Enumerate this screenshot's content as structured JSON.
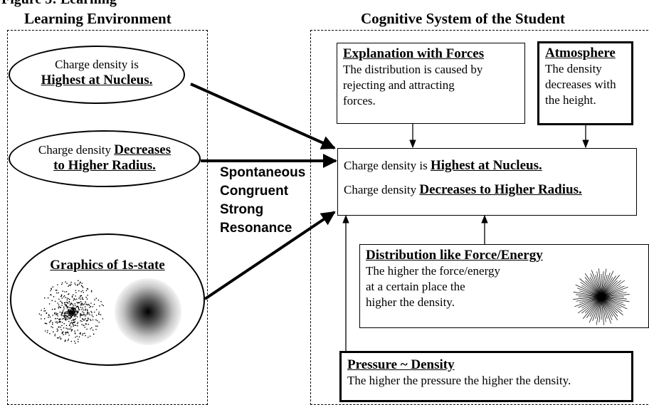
{
  "header": {
    "partial_top": "Figure 5: Learning",
    "left_title": "Learning Environment",
    "right_title": "Cognitive System of the Student"
  },
  "environment": {
    "oval1": {
      "line1": "Charge density is",
      "highlight": "Highest at Nucleus."
    },
    "oval2": {
      "prefix": "Charge density ",
      "highlight1": "Decreases",
      "highlight2": "to Higher Radius."
    },
    "oval3": {
      "title": "Graphics of 1s-state"
    }
  },
  "resonance": {
    "lines": [
      "Spontaneous",
      "Congruent",
      "Strong",
      "Resonance"
    ]
  },
  "cognitive": {
    "forces": {
      "title": "Explanation with Forces",
      "lines": [
        "The distribution is caused by",
        "rejecting and attracting",
        "forces."
      ]
    },
    "atmosphere": {
      "title": "Atmosphere",
      "lines": [
        "The density",
        "decreases with",
        "the height."
      ]
    },
    "central": {
      "line1_prefix": "Charge density is ",
      "line1_highlight": "Highest at Nucleus.",
      "line2_prefix": "Charge density ",
      "line2_highlight": "Decreases to Higher Radius."
    },
    "force_energy": {
      "title": "Distribution like Force/Energy",
      "lines": [
        "The higher the force/energy",
        "at a certain place the",
        "higher the density."
      ]
    },
    "pressure": {
      "title": "Pressure ~ Density",
      "line": "The higher the pressure the higher the density."
    }
  }
}
